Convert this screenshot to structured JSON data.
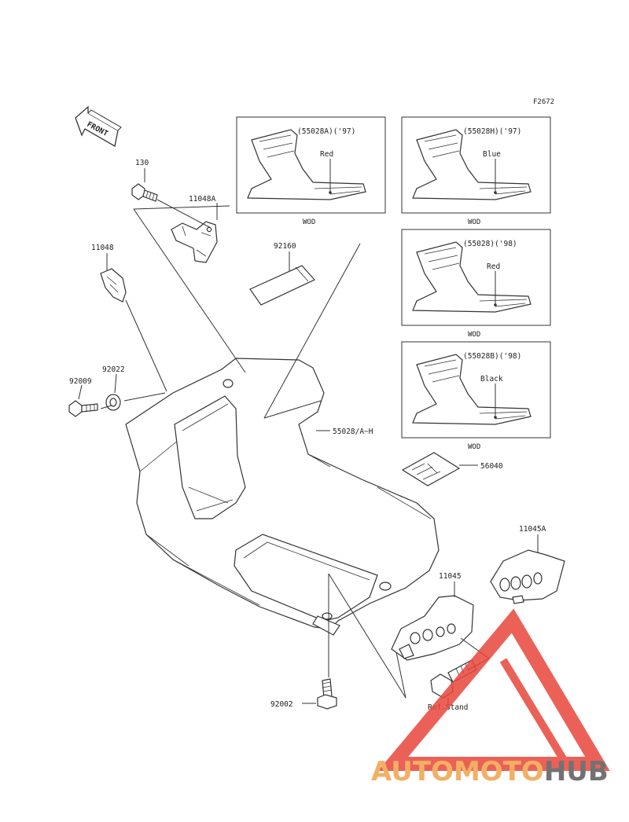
{
  "figure_code": "F2672",
  "front_label": "FRONT",
  "parts": {
    "p130": "130",
    "p11048A": "11048A",
    "p11048": "11048",
    "p92160": "92160",
    "p92022": "92022",
    "p92009": "92009",
    "p55028": "55028/A~H",
    "p56040": "56040",
    "p11045A": "11045A",
    "p11045": "11045",
    "p92002": "92002",
    "ref_stand": "Ref.Stand"
  },
  "variants": [
    {
      "code": "(55028A)('97)",
      "color": "Red",
      "footer": "WOD"
    },
    {
      "code": "(55028H)('97)",
      "color": "Blue",
      "footer": "WOD"
    },
    {
      "code": "(55028)('98)",
      "color": "Red",
      "footer": "WOD"
    },
    {
      "code": "(55028B)('98)",
      "color": "Black",
      "footer": "WOD"
    }
  ],
  "watermark": {
    "part1": "AUTOMOTO",
    "part2": "HUB",
    "color1": "#f2a24a",
    "color2": "#5a5a5a",
    "triangle_color": "#e8463c"
  }
}
